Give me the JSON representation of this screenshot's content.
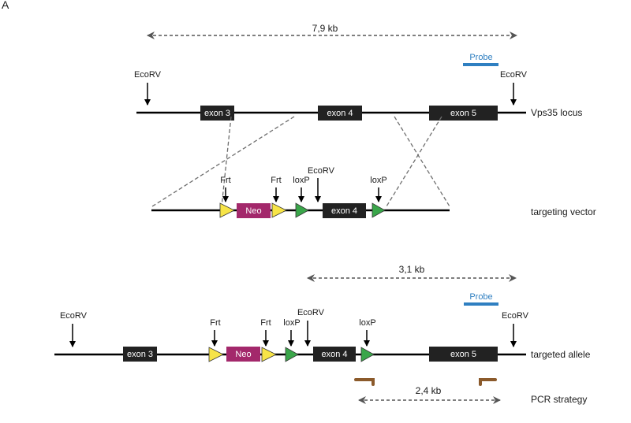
{
  "panel_label": "A",
  "colors": {
    "line": "#000000",
    "exon": "#222222",
    "neo": "#a3286b",
    "frt": "#f7e447",
    "loxp": "#3aa64a",
    "probe": "#2f7fc1",
    "primer": "#8b5a2b",
    "dashed": "#6e6e6e"
  },
  "distances": {
    "wt_ecorv": "7,9 kb",
    "targeted_ecorv": "3,1 kb",
    "pcr": "2,4 kb"
  },
  "wt_locus": {
    "label": "Vps35 locus",
    "ecorv_left": "EcoRV",
    "ecorv_right": "EcoRV",
    "probe": "Probe",
    "exons": [
      "exon 3",
      "exon 4",
      "exon 5"
    ]
  },
  "targeting_vector": {
    "label": "targeting vector",
    "frt_1": "Frt",
    "frt_2": "Frt",
    "loxp_1": "loxP",
    "loxp_2": "loxP",
    "ecorv": "EcoRV",
    "neo": "Neo",
    "exon": "exon 4"
  },
  "targeted_allele": {
    "label": "targeted allele",
    "ecorv_left": "EcoRV",
    "ecorv_mid": "EcoRV",
    "ecorv_right": "EcoRV",
    "frt_1": "Frt",
    "frt_2": "Frt",
    "loxp_1": "loxP",
    "loxp_2": "loxP",
    "probe": "Probe",
    "neo": "Neo",
    "exons": [
      "exon 3",
      "exon 4",
      "exon 5"
    ]
  },
  "pcr": {
    "label": "PCR strategy"
  }
}
